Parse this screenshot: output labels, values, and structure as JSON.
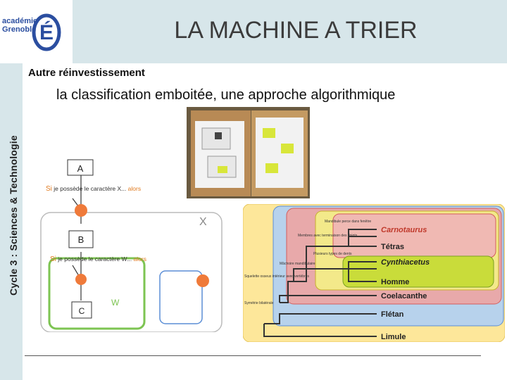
{
  "header": {
    "title": "LA MACHINE A TRIER",
    "logo_line1": "académie",
    "logo_line2": "Grenoble",
    "logo_letter": "É"
  },
  "side_label": "Cycle 3 : Sciences & Technologie",
  "subtitle": "Autre réinvestissement",
  "heading": "la classification emboitée, une approche algorithmique",
  "flow_diagram": {
    "box_a": "A",
    "box_b": "B",
    "box_c": "C",
    "rule_x_prefix": "Si",
    "rule_x_text": " je possède le caractère X... ",
    "rule_x_suffix": "alors",
    "rule_w_prefix": "Si",
    "rule_w_text": " je possède le caractère W... ",
    "rule_w_suffix": "alors",
    "set_x": "X",
    "set_w": "W"
  },
  "tree": {
    "species": [
      "Carnotaurus",
      "Tétras",
      "Cynthiacetus",
      "Homme",
      "Coelacanthe",
      "Flétan",
      "Limule"
    ],
    "node_labels": [
      "Mandibule perce dans fenêtre",
      "Membres avec terminaison des doigts",
      "Plusieurs types de dents",
      "Mâchoire mandibulaire",
      "Squelette osseux intérieur avec vertèbres",
      "Symétrie bilatérale"
    ]
  },
  "colors": {
    "band": "#d7e6ea",
    "node_orange": "#ef7a3a",
    "set_green": "#7dc452",
    "set_blue": "#5b8ed6",
    "tree_red": "#e8a9aa",
    "tree_blue": "#b7d2ec",
    "tree_yellow": "#f3e98a",
    "tree_green": "#c9dc3a"
  }
}
